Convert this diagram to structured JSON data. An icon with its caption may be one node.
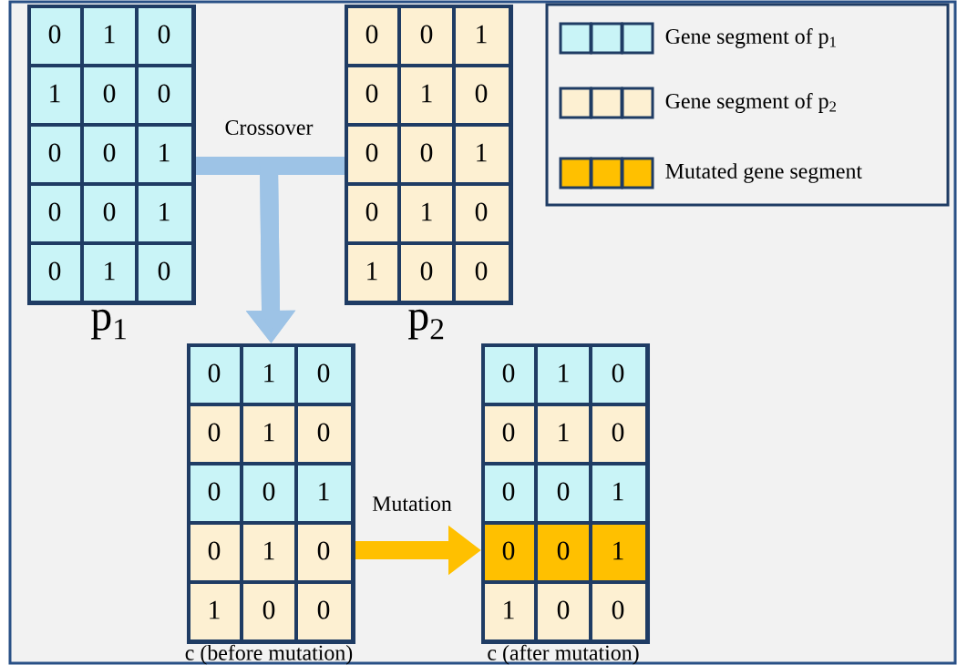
{
  "diagram": {
    "nodes": [
      {
        "text": [],
        "shape": "box",
        "beside": [
          "p$_{1}$"
        ]
      },
      {
        "text": [
          "0",
          "1",
          "0"
        ],
        "in": 0
      },
      {
        "text": [
          "1",
          "0",
          "0"
        ],
        "in": 0
      },
      {
        "text": [
          "0",
          "0",
          "1"
        ],
        "in": 0
      },
      {
        "text": [
          "0",
          "0",
          "1"
        ],
        "in": 0
      },
      {
        "text": [
          "0",
          "1",
          "0"
        ],
        "in": 0
      },
      {
        "text": [],
        "shape": "box",
        "beside": [
          "p$_{2}$"
        ]
      },
      {
        "text": [
          "0",
          "0",
          "1"
        ],
        "in": 6
      },
      {
        "text": [
          "0",
          "1",
          "0"
        ],
        "in": 6
      },
      {
        "text": [
          "0",
          "0",
          "1"
        ],
        "in": 6
      },
      {
        "text": [
          "0",
          "1",
          "0"
        ],
        "in": 6
      },
      {
        "text": [
          "1",
          "0",
          "0"
        ],
        "in": 6
      },
      {
        "text": [],
        "shape": "box",
        "beside": [
          "c (before mutation)"
        ]
      },
      {
        "text": [
          "0",
          "1",
          "0"
        ],
        "in": 12
      },
      {
        "text": [
          "0",
          "1",
          "0"
        ],
        "in": 12
      },
      {
        "text": [
          "0",
          "0",
          "1"
        ],
        "in": 12
      },
      {
        "text": [
          "0",
          "1",
          "0"
        ],
        "in": 12
      },
      {
        "text": [
          "1",
          "0",
          "0"
        ],
        "in": 12
      },
      {
        "text": [],
        "shape": "box",
        "beside": [
          "c (after mutation)"
        ]
      },
      {
        "text": [
          "0",
          "1",
          "0"
        ],
        "in": 18
      },
      {
        "text": [
          "0",
          "1",
          "0"
        ],
        "in": 18
      },
      {
        "text": [
          "0",
          "0",
          "1"
        ],
        "in": 18
      },
      {
        "text": [
          "0",
          "0",
          "1"
        ],
        "in": 18
      },
      {
        "text": [
          "1",
          "0",
          "0"
        ],
        "in": 18
      }
    ],
    "edges": [
      {
        "from": 0,
        "to": 12,
        "arrow": "to",
        "label": "Crossover"
      },
      {
        "from": 6,
        "to": 12,
        "arrow": "to"
      },
      {
        "from": 12,
        "to": 18,
        "arrow": "to",
        "label": "Mutation",
        "color": "#ffc000"
      }
    ],
    "legend": [
      {
        "text": "Gene segment of p$_{1}$",
        "color": "#c9f4f7"
      },
      {
        "text": "Gene segment of p$_{2}$",
        "color": "#fdf0d2"
      },
      {
        "text": "Mutated gene segment",
        "color": "#ffc000"
      }
    ]
  }
}
